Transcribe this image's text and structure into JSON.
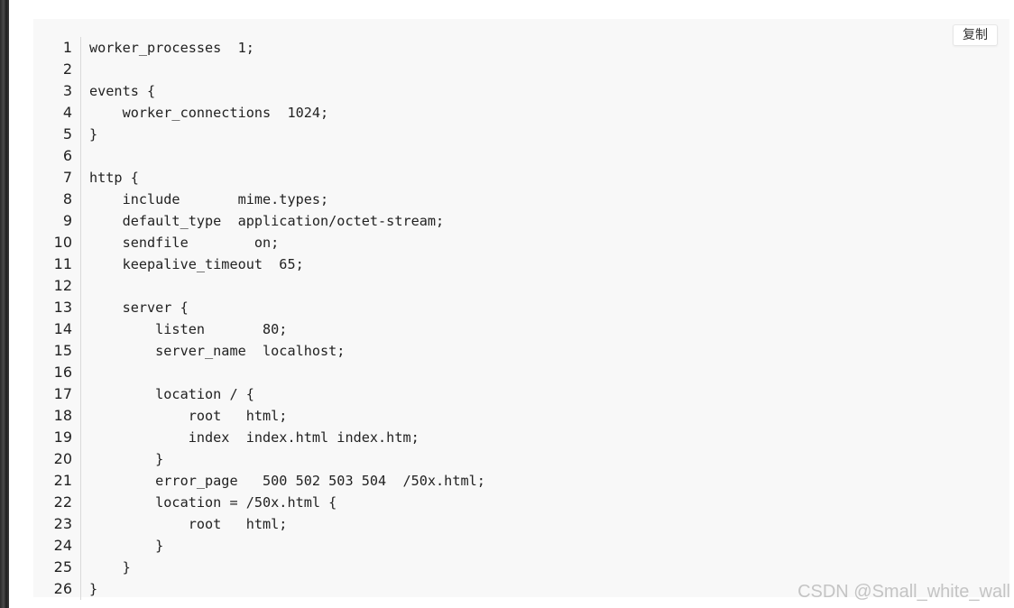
{
  "code_block": {
    "copy_label": "复制",
    "lines": [
      {
        "number": "1",
        "text": "worker_processes  1;"
      },
      {
        "number": "2",
        "text": ""
      },
      {
        "number": "3",
        "text": "events {"
      },
      {
        "number": "4",
        "text": "    worker_connections  1024;"
      },
      {
        "number": "5",
        "text": "}"
      },
      {
        "number": "6",
        "text": ""
      },
      {
        "number": "7",
        "text": "http {"
      },
      {
        "number": "8",
        "text": "    include       mime.types;"
      },
      {
        "number": "9",
        "text": "    default_type  application/octet-stream;"
      },
      {
        "number": "10",
        "text": "    sendfile        on;"
      },
      {
        "number": "11",
        "text": "    keepalive_timeout  65;"
      },
      {
        "number": "12",
        "text": ""
      },
      {
        "number": "13",
        "text": "    server {"
      },
      {
        "number": "14",
        "text": "        listen       80;"
      },
      {
        "number": "15",
        "text": "        server_name  localhost;"
      },
      {
        "number": "16",
        "text": ""
      },
      {
        "number": "17",
        "text": "        location / {"
      },
      {
        "number": "18",
        "text": "            root   html;"
      },
      {
        "number": "19",
        "text": "            index  index.html index.htm;"
      },
      {
        "number": "20",
        "text": "        }"
      },
      {
        "number": "21",
        "text": "        error_page   500 502 503 504  /50x.html;"
      },
      {
        "number": "22",
        "text": "        location = /50x.html {"
      },
      {
        "number": "23",
        "text": "            root   html;"
      },
      {
        "number": "24",
        "text": "        }"
      },
      {
        "number": "25",
        "text": "    }"
      },
      {
        "number": "26",
        "text": "}"
      }
    ]
  },
  "watermark": "CSDN @Small_white_wall"
}
